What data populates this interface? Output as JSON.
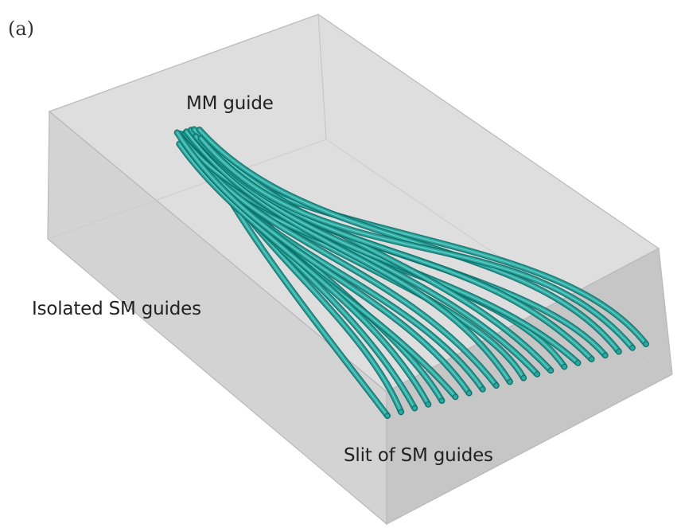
{
  "figure": {
    "panel_label": "(a)",
    "labels": {
      "mm_guide": "MM guide",
      "isolated_sm_guides": "Isolated SM guides",
      "slit_of_sm_guides": "Slit of SM guides"
    },
    "colors": {
      "block_top": "#dededf",
      "block_front": "#d3d3d4",
      "block_side": "#c6c6c7",
      "block_edge": "#b8b8ba",
      "guide_core": "#2aa8a0",
      "guide_outline": "#0b6e68"
    }
  }
}
